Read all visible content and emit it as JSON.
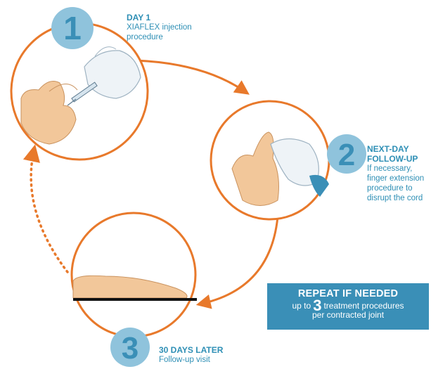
{
  "steps": [
    {
      "number": "1",
      "title": "DAY 1",
      "desc_lines": [
        "XIAFLEX injection",
        "procedure"
      ]
    },
    {
      "number": "2",
      "title_lines": [
        "NEXT-DAY",
        "FOLLOW-UP"
      ],
      "desc_lines": [
        "If necessary,",
        "finger extension",
        "procedure to",
        "disrupt the cord"
      ]
    },
    {
      "number": "3",
      "title": "30 DAYS LATER",
      "desc_lines": [
        "Follow-up visit"
      ]
    }
  ],
  "repeat": {
    "title": "REPEAT IF NEEDED",
    "line1_pre": "up to",
    "line1_num": "3",
    "line1_post": "treatment procedures",
    "line2": "per contracted joint"
  },
  "colors": {
    "orange": "#e8792b",
    "blue": "#3a8fb7",
    "badge": "#8fc3dc",
    "skin": "#f2c79a",
    "glove": "#eef3f7"
  },
  "icons": [
    "syringe-icon",
    "glove-hand-icon",
    "hand-icon",
    "arrow-icon"
  ]
}
